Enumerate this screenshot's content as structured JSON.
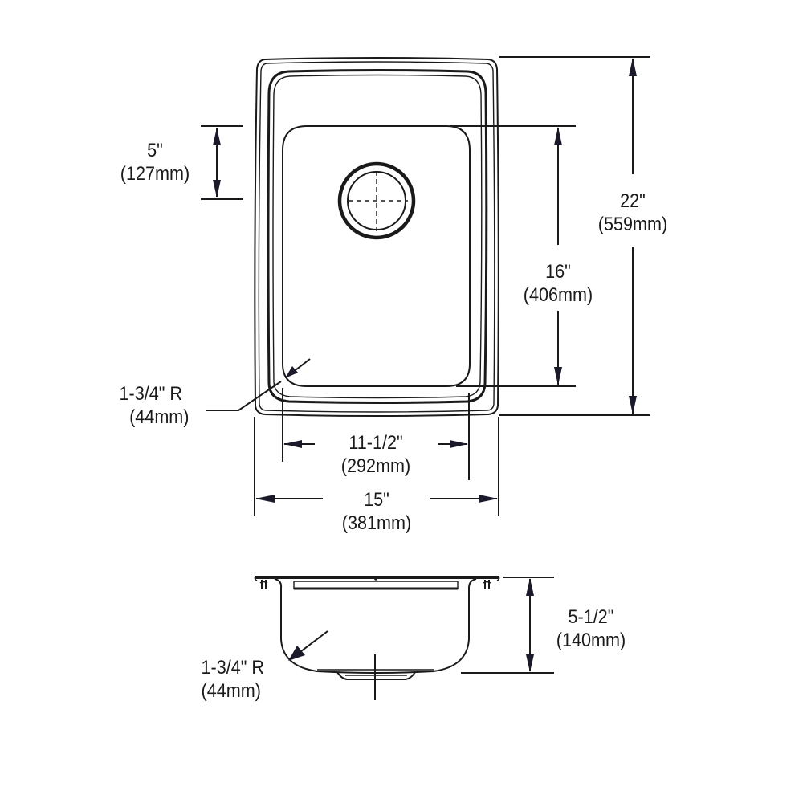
{
  "drawing": {
    "title": "Single bowl sink dimension drawing",
    "line_color": "#1a1a1a",
    "background": "#ffffff"
  },
  "top_view": {
    "dim_drain_offset": {
      "imperial": "5\"",
      "metric": "(127mm)"
    },
    "dim_overall_length": {
      "imperial": "22\"",
      "metric": "(559mm)"
    },
    "dim_bowl_length": {
      "imperial": "16\"",
      "metric": "(406mm)"
    },
    "dim_corner_radius": {
      "imperial": "1-3/4\" R",
      "metric": "(44mm)"
    },
    "dim_bowl_width": {
      "imperial": "11-1/2\"",
      "metric": "(292mm)"
    },
    "dim_overall_width": {
      "imperial": "15\"",
      "metric": "(381mm)"
    }
  },
  "side_view": {
    "dim_corner_radius": {
      "imperial": "1-3/4\" R",
      "metric": "(44mm)"
    },
    "dim_depth": {
      "imperial": "5-1/2\"",
      "metric": "(140mm)"
    }
  }
}
